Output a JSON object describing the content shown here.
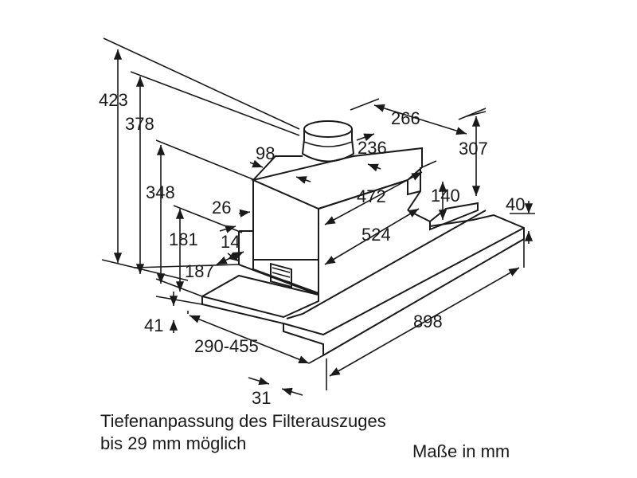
{
  "dimensions": {
    "d423": "423",
    "d378": "378",
    "d348": "348",
    "d181": "181",
    "d187": "187",
    "d41": "41",
    "d26": "26",
    "d14": "14",
    "d98": "98",
    "d266": "266",
    "d236": "236",
    "d307": "307",
    "d472": "472",
    "d140": "140",
    "d40": "40",
    "d524": "524",
    "d898": "898",
    "d290_455": "290-455",
    "d31": "31"
  },
  "captions": {
    "note_line1": "Tiefenanpassung des Filterauszuges",
    "note_line2": "bis 29 mm möglich",
    "units": "Maße in mm"
  },
  "colors": {
    "line": "#1a1a1a",
    "body_fill": "#ffffff"
  }
}
